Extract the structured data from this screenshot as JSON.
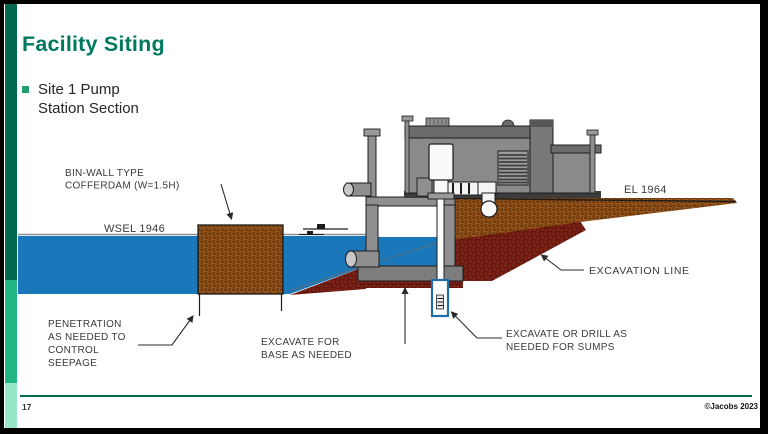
{
  "slide": {
    "title": "Facility Siting",
    "bullet": {
      "line1": "Site 1 Pump",
      "line2": "Station Section"
    },
    "footer": {
      "page_number": "17",
      "copyright": "©Jacobs 2023"
    }
  },
  "diagram": {
    "labels": {
      "bin_wall_line1": "BIN-WALL TYPE",
      "bin_wall_line2": "COFFERDAM (W=1.5H)",
      "wsel": "WSEL 1946",
      "el": "EL 1964",
      "excavation_line": "EXCAVATION LINE",
      "penetration_line1": "PENETRATION",
      "penetration_line2": "AS NEEDED TO",
      "penetration_line3": "CONTROL",
      "penetration_line4": "SEEPAGE",
      "excavate_base_line1": "EXCAVATE FOR",
      "excavate_base_line2": "BASE AS NEEDED",
      "excavate_sumps_line1": "EXCAVATE OR DRILL AS",
      "excavate_sumps_line2": "NEEDED FOR SUMPS"
    },
    "colors": {
      "water_blue": "#1a78ba",
      "earth_brown": "#a25a1b",
      "earth_brown_hatch": "#5d2f07",
      "excavation_maroon": "#571410",
      "excavation_maroon_hatch": "#8c2a1a",
      "structure_gray": "#8f8f8f",
      "sump_casing_blue": "#1e6fa8"
    }
  },
  "theme": {
    "title_green": "#00795f",
    "sidebar_dark_green": "#00684d",
    "sidebar_mid_green": "#23b586",
    "sidebar_light_green": "#96e7c8",
    "bullet_green": "#249e70",
    "footer_line_green": "#00694f"
  }
}
